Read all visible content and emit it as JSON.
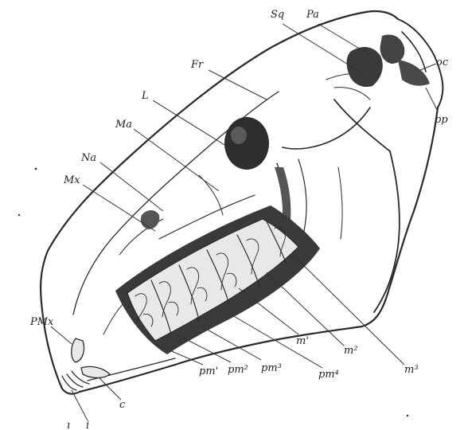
{
  "figure": {
    "subject": "skull-lateral-view",
    "labels": {
      "sq": "Sq",
      "pa": "Pa",
      "oc": "oc",
      "pp": "pp",
      "fr": "Fr",
      "l": "L",
      "ma": "Ma",
      "na": "Na",
      "mx": "Mx",
      "pmx": "PMx",
      "m1": "m'",
      "m2": "m²",
      "m3": "m³",
      "pm1": "pm'",
      "pm2": "pm²",
      "pm3": "pm³",
      "pm4": "pm⁴",
      "c": "c",
      "i": "i",
      "i_partial": "ı"
    },
    "colors": {
      "ink": "#2a2a2a",
      "tooth_shadow": "#3a3a3a",
      "background": "#ffffff"
    }
  }
}
